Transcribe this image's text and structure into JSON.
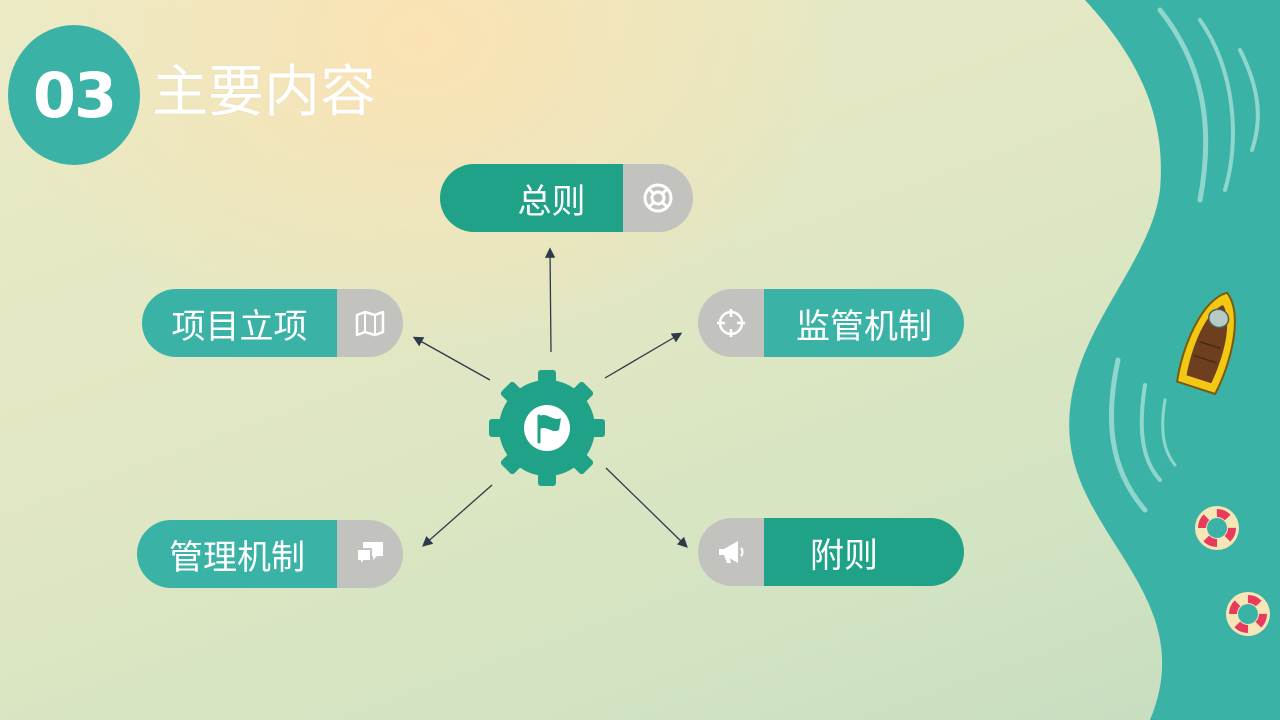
{
  "slide": {
    "number": "03",
    "title": "主要内容"
  },
  "items": {
    "top": {
      "label": "总则",
      "icon": "lifebuoy-icon"
    },
    "left_top": {
      "label": "项目立项",
      "icon": "map-icon"
    },
    "right_top": {
      "label": "监管机制",
      "icon": "crosshair-icon"
    },
    "left_bottom": {
      "label": "管理机制",
      "icon": "chat-icon"
    },
    "right_bottom": {
      "label": "附则",
      "icon": "megaphone-icon"
    },
    "center": {
      "icon": "flag-gear-icon"
    }
  },
  "colors": {
    "green": "#1fa287",
    "teal": "#3ab3a6",
    "gray": "#c2c2bf",
    "sea": "#3ab3a6"
  }
}
